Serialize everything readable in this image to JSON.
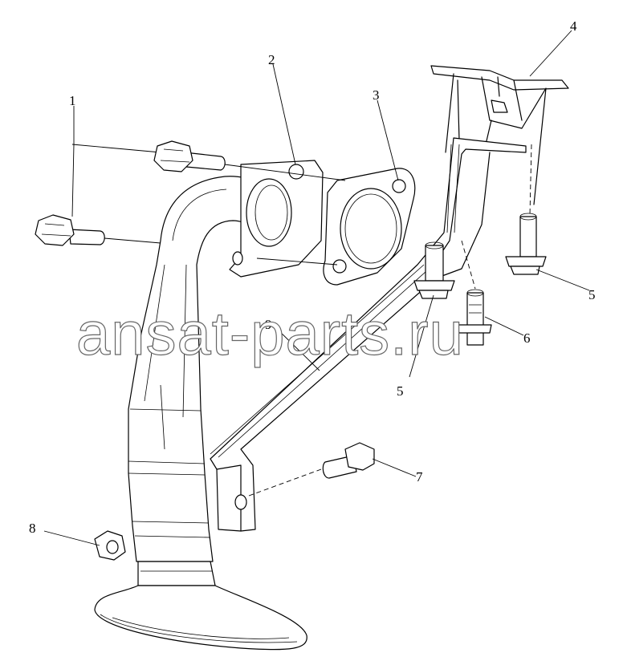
{
  "diagram": {
    "callouts": [
      {
        "id": "c1",
        "label": "1"
      },
      {
        "id": "c2",
        "label": "2"
      },
      {
        "id": "c3",
        "label": "3"
      },
      {
        "id": "c4",
        "label": "4"
      },
      {
        "id": "c5a",
        "label": "5"
      },
      {
        "id": "c5b",
        "label": "5"
      },
      {
        "id": "c6",
        "label": "6"
      },
      {
        "id": "c7",
        "label": "7"
      },
      {
        "id": "c8",
        "label": "8"
      },
      {
        "id": "c9",
        "label": "9"
      }
    ],
    "watermark": "ansat-parts.ru"
  }
}
